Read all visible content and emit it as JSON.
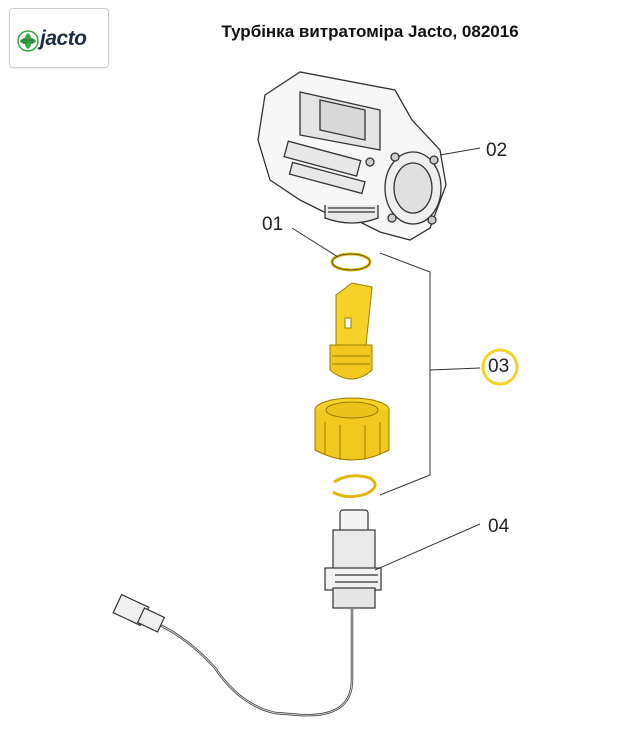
{
  "header": {
    "brand": "jacto",
    "title": "Турбінка витратоміра Jacto, 082016"
  },
  "callouts": {
    "part_01": "01",
    "part_02": "02",
    "part_03": "03",
    "part_04": "04"
  },
  "colors": {
    "highlight": "#f5d22a",
    "highlight_outline": "#e0b800",
    "line": "#333333",
    "brand_green": "#3aa845"
  }
}
